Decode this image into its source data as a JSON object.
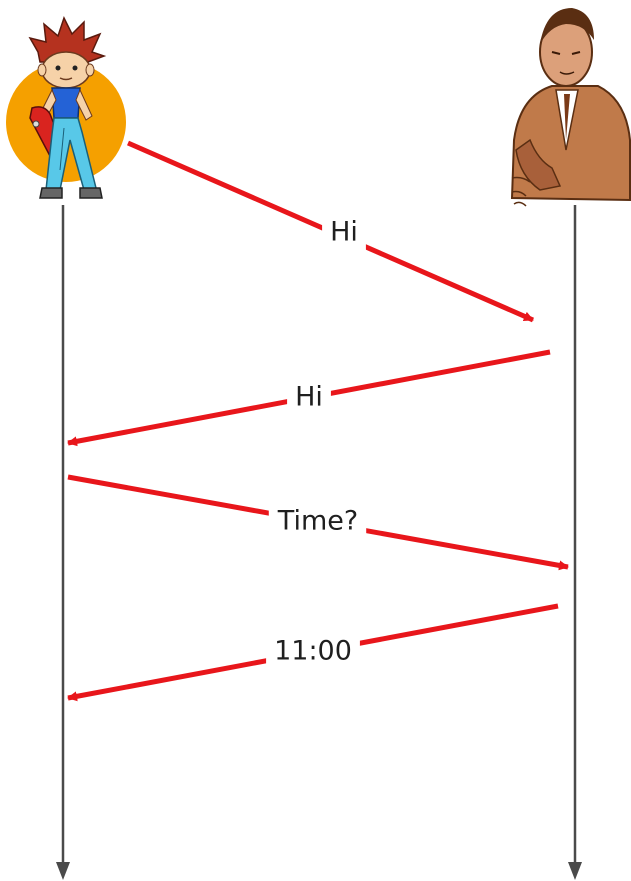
{
  "participants": [
    {
      "id": "left",
      "icon": "boy-with-skateboard-icon"
    },
    {
      "id": "right",
      "icon": "businessman-icon"
    }
  ],
  "messages": [
    {
      "label": "Hi",
      "from": "left",
      "to": "right"
    },
    {
      "label": "Hi",
      "from": "right",
      "to": "left"
    },
    {
      "label": "Time?",
      "from": "left",
      "to": "right"
    },
    {
      "label": "11:00",
      "from": "right",
      "to": "left"
    }
  ],
  "colors": {
    "message_arrow": "#e8161b",
    "lifeline": "#4a4a4a",
    "boy_circle": "#f5a000"
  }
}
